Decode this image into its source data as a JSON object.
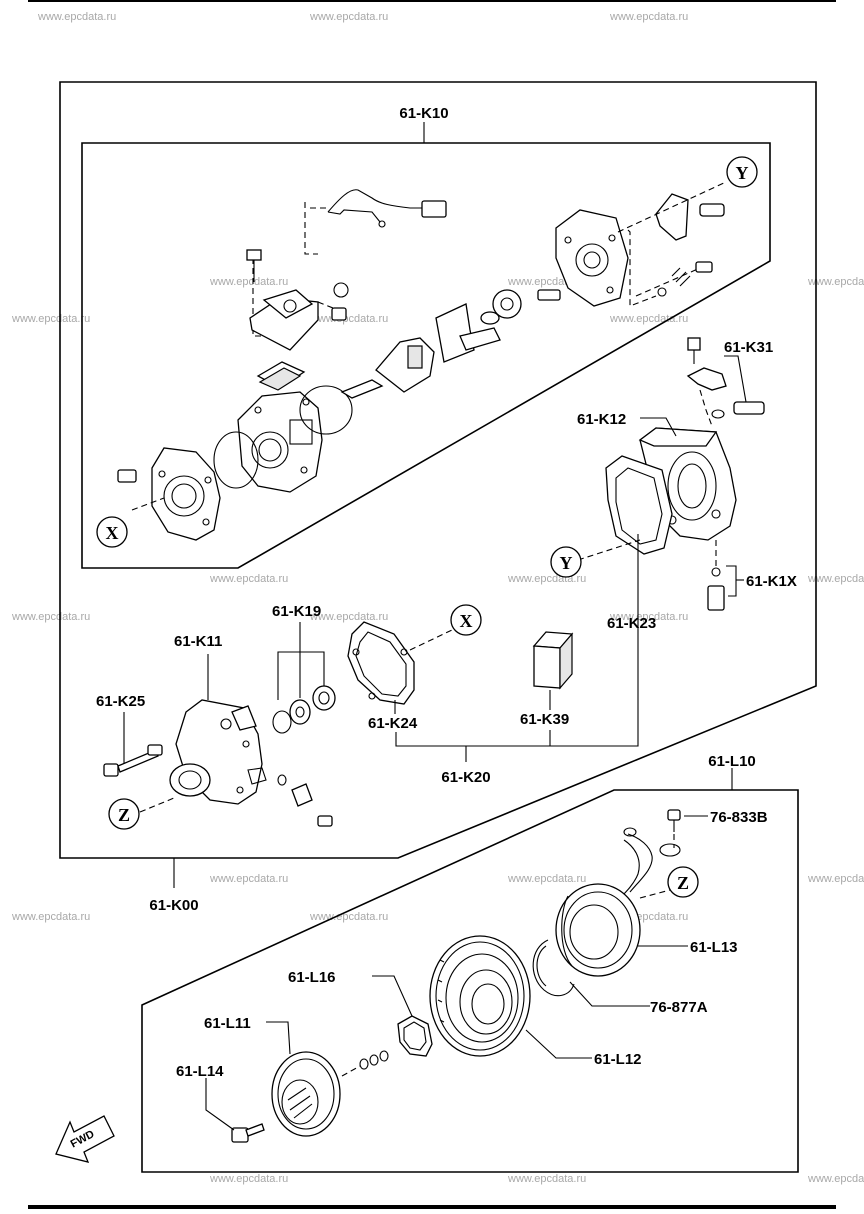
{
  "watermark": "www.epcdata.ru",
  "callouts": {
    "k00": "61-K00",
    "k10": "61-K10",
    "k11": "61-K11",
    "k12": "61-K12",
    "k19": "61-K19",
    "k20": "61-K20",
    "k23": "61-K23",
    "k24": "61-K24",
    "k25": "61-K25",
    "k31": "61-K31",
    "k39": "61-K39",
    "k1x": "61-K1X",
    "l10": "61-L10",
    "l11": "61-L11",
    "l12": "61-L12",
    "l13": "61-L13",
    "l14": "61-L14",
    "l16": "61-L16",
    "p833b": "76-833B",
    "p877a": "76-877A"
  },
  "ref_markers": {
    "x": "X",
    "y": "Y",
    "z": "Z"
  },
  "fwd_arrow": "FWD",
  "icons": {
    "fwd": "fwd-arrow-icon"
  }
}
